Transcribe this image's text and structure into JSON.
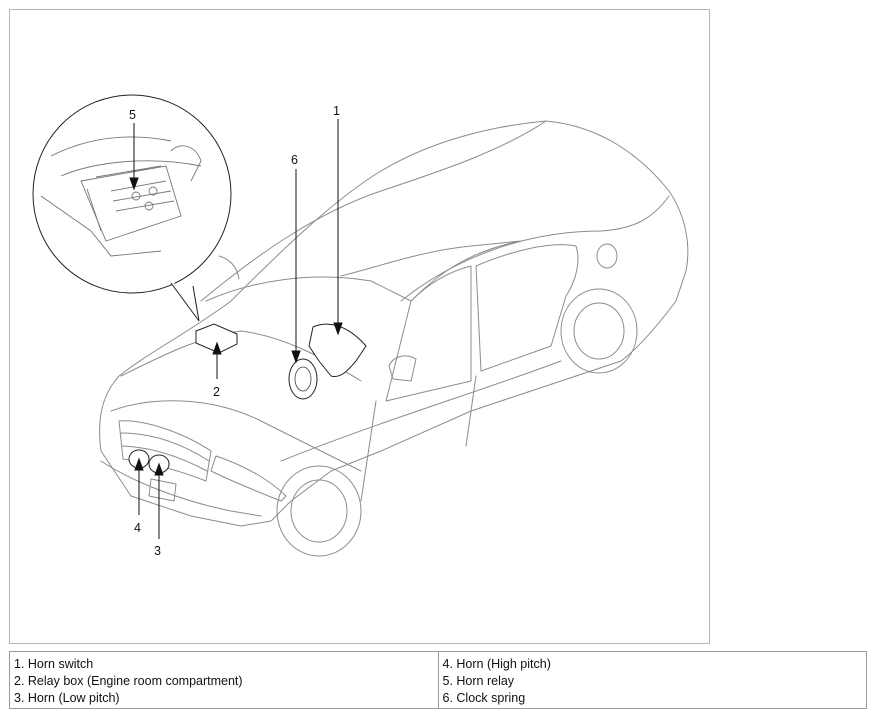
{
  "diagram": {
    "callouts": [
      "1",
      "2",
      "3",
      "4",
      "5",
      "6"
    ]
  },
  "legend": {
    "left": [
      "1. Horn switch",
      "2. Relay box (Engine room compartment)",
      "3. Horn (Low pitch)"
    ],
    "right": [
      "4. Horn (High pitch)",
      "5. Horn relay",
      "6. Clock spring"
    ]
  }
}
